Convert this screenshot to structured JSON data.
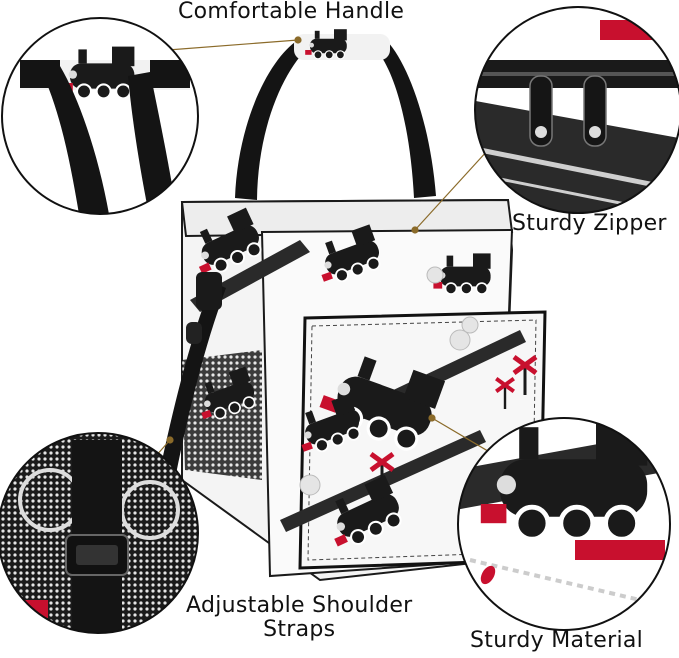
{
  "labels": {
    "handle": "Comfortable Handle",
    "zipper": "Sturdy Zipper",
    "straps_line1": "Adjustable Shoulder",
    "straps_line2": "Straps",
    "material": "Sturdy Material"
  },
  "colors": {
    "pattern_red": "#c8102e",
    "pattern_black": "#1a1a1a",
    "bag_white": "#f5f5f5",
    "strap_black": "#141414",
    "callout_line": "#8b6b2a"
  },
  "icons": [
    "locomotive-pattern",
    "crossing-sign-icon",
    "zipper-pull-icon",
    "strap-buckle-icon"
  ]
}
